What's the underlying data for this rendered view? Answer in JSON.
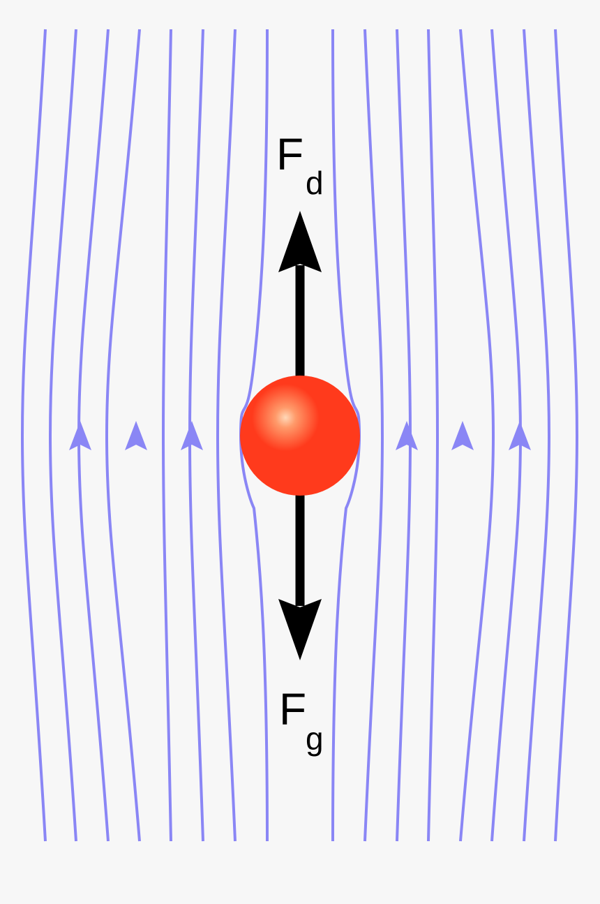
{
  "colors": {
    "background": "#f7f7f7",
    "streamline": "#8a86f5",
    "sphere": "#ff3a1c",
    "sphere_highlight": "#ffd8b8",
    "force_arrow": "#000000"
  },
  "labels": {
    "drag_force": {
      "symbol": "F",
      "subscript": "d"
    },
    "gravity_force": {
      "symbol": "F",
      "subscript": "g"
    }
  },
  "icons": {
    "flow_direction": "upward-arrowhead-icon",
    "sphere": "red-sphere-icon"
  }
}
